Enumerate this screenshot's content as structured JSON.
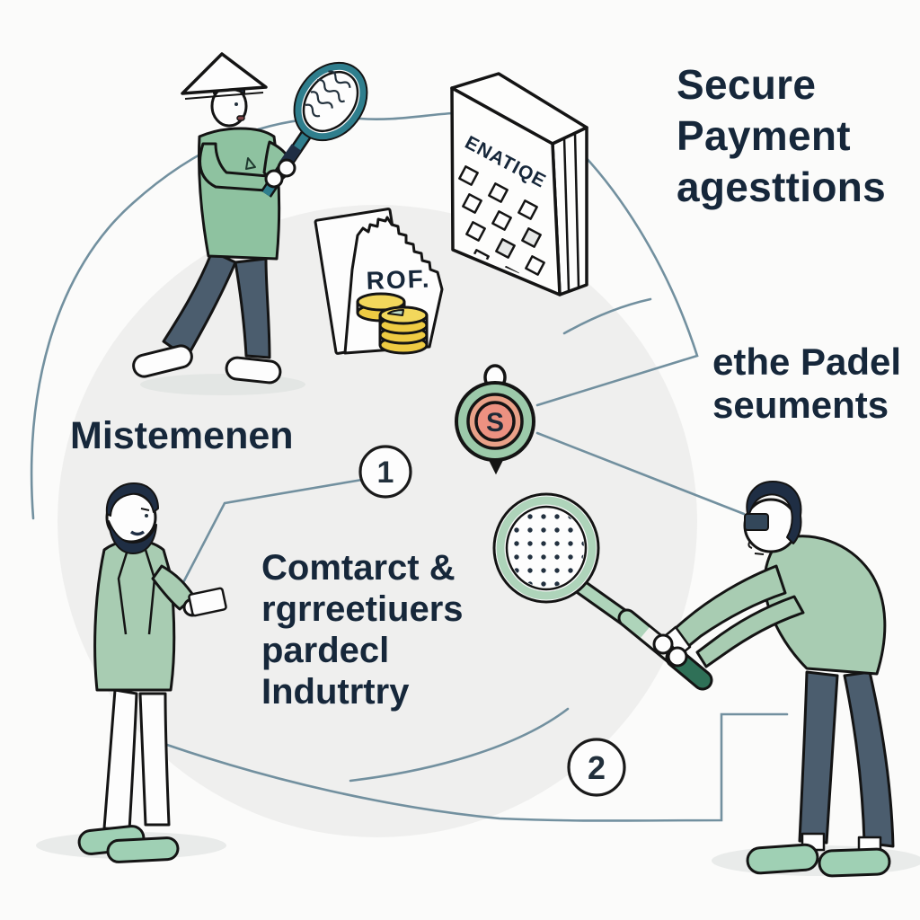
{
  "scene": {
    "background_color": "#fbfbfa",
    "blob_color": "#efefee",
    "connector_color": "#72909f",
    "ink_color": "#141414",
    "text_color": "#16273a"
  },
  "labels": {
    "title": "Secure\nPayment\nagesttions",
    "padel_segment": "ethe Padel\nseuments",
    "left_label": "Mistemenen",
    "industry_block": "Comtarct &\nrgrreetiuers\npardecl\nIndutrtry"
  },
  "steps": {
    "one": "1",
    "two": "2"
  },
  "building": {
    "sign": "ENATIQE"
  },
  "invoice": {
    "label": "ROF."
  },
  "seal": {
    "letter": "S"
  },
  "palette": {
    "green_clothing": "#a8ccb2",
    "shirt_green": "#8ec2a0",
    "pants_slate": "#4b5d6e",
    "racket_teal": "#2f7e8d",
    "racket_mint": "#aed4ba",
    "grip_dark_green": "#2f7057",
    "coin_gold": "#eecb43",
    "seal_green": "#9ccaaa",
    "seal_salmon": "#e9947f",
    "shoe_mint": "#9fd0b4",
    "hair_navy": "#1f2e44"
  }
}
